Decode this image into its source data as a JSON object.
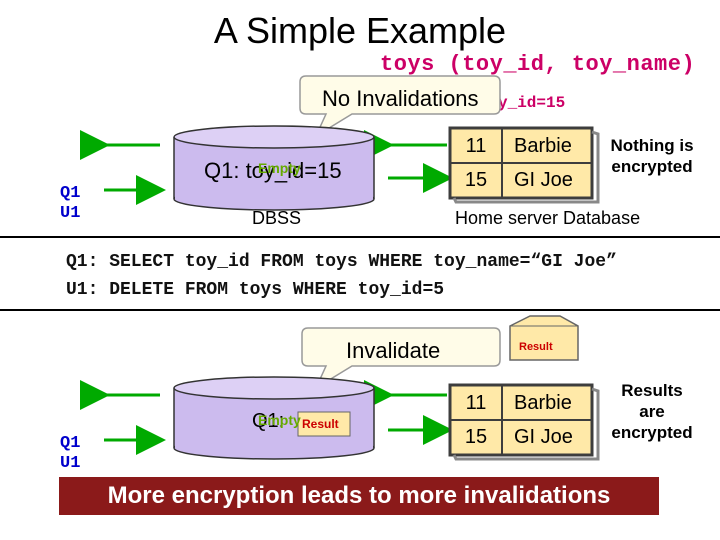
{
  "title": "A Simple Example",
  "schema": "toys (toy_id, toy_name)",
  "subquery_fragment": "y_id=15",
  "top": {
    "callout": "No Invalidations",
    "dbss_query": "Q1: toy_id=15",
    "dbss_overlay": "Empty",
    "dbss_label": "DBSS",
    "table_rows": [
      {
        "id": "11",
        "name": "Barbie"
      },
      {
        "id": "15",
        "name": "GI Joe"
      }
    ],
    "home_label": "Home server Database",
    "note": [
      "Nothing is",
      "encrypted"
    ],
    "q_label": "Q1",
    "u_label": "U1"
  },
  "sql": [
    "Q1: SELECT toy_id FROM toys WHERE toy_name=“GI Joe”",
    "U1: DELETE FROM toys WHERE toy_id=5"
  ],
  "bottom": {
    "callout": "Invalidate",
    "box_result": "Result",
    "dbss_query": "Q1:",
    "dbss_empty": "Empty",
    "dbss_result": "Result",
    "table_rows": [
      {
        "id": "11",
        "name": "Barbie"
      },
      {
        "id": "15",
        "name": "GI Joe"
      }
    ],
    "note": [
      "Results",
      "are",
      "encrypted"
    ],
    "q_label": "Q1",
    "u_label": "U1"
  },
  "banner": "More encryption leads to more invalidations",
  "colors": {
    "arrow": "#00aa00",
    "cylinder": "#ccbbee",
    "table_bg": "#ffe9a8",
    "table_border": "#3d3d3d",
    "sql_accent": "#cc0066",
    "label_blue": "#0000cc",
    "banner_bg": "#8b1a1a"
  }
}
